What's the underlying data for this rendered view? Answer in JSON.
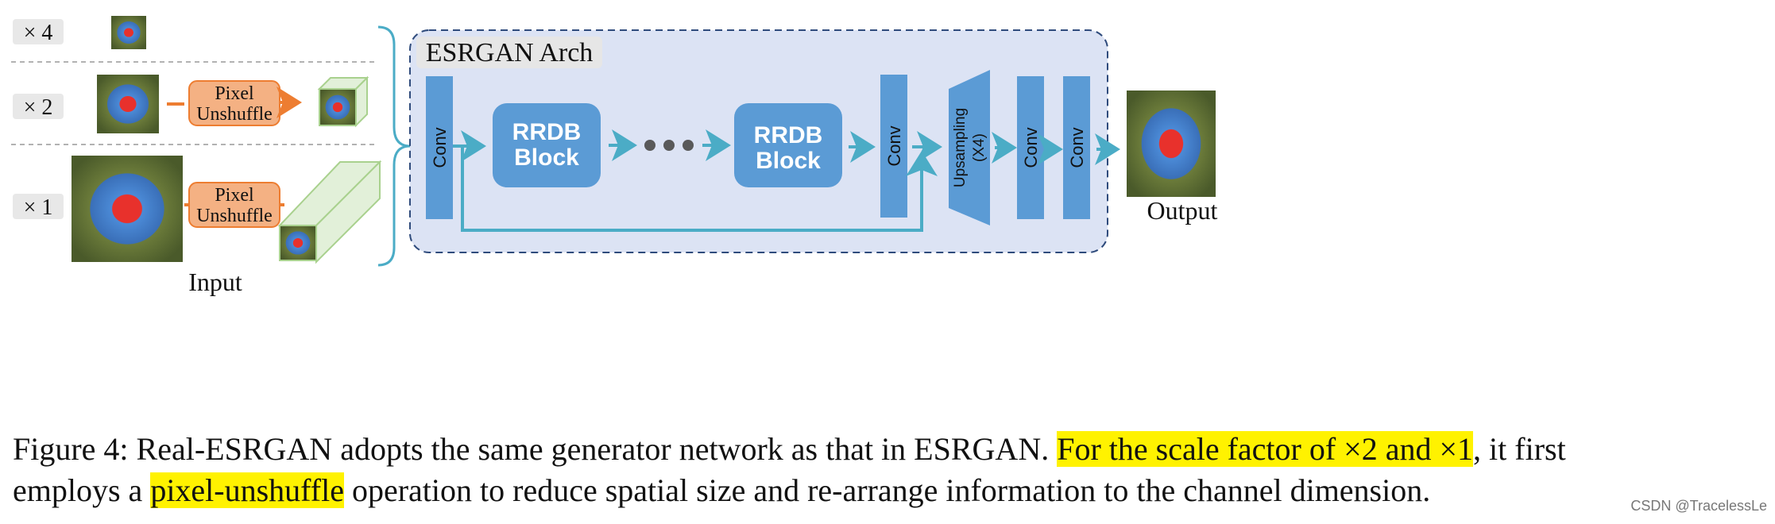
{
  "input": {
    "label": "Input",
    "scales": [
      "× 4",
      "× 2",
      "× 1"
    ],
    "pixel_unshuffle_label": [
      "Pixel",
      "Unshuffle"
    ]
  },
  "arch": {
    "title": "ESRGAN Arch",
    "conv_label": "Conv",
    "rrdb_label": [
      "RRDB",
      "Block"
    ],
    "upsampling_label": [
      "Upsampling",
      "(X4)"
    ]
  },
  "output": {
    "label": "Output"
  },
  "caption": {
    "part1": "Figure 4: Real-ESRGAN adopts the same generator network as that in ESRGAN. ",
    "highlight1": "For the scale factor of ×2 and ×1",
    "part2": ", it first",
    "part3": "employs a ",
    "highlight2": "pixel-unshuffle",
    "part4": " operation to reduce spatial size and re-arrange information to the channel dimension."
  },
  "watermark": "CSDN @TracelessLe",
  "colors": {
    "arch_bg": "#dce3f4",
    "arch_border": "#2f4b7c",
    "block": "#5b9bd5",
    "arrow_teal": "#4bacc6",
    "unshuffle_fill": "#f4b183",
    "unshuffle_border": "#ed7d31",
    "cube_fill": "#e2f0d9",
    "cube_border": "#a9d18e",
    "brace": "#4bacc6"
  }
}
